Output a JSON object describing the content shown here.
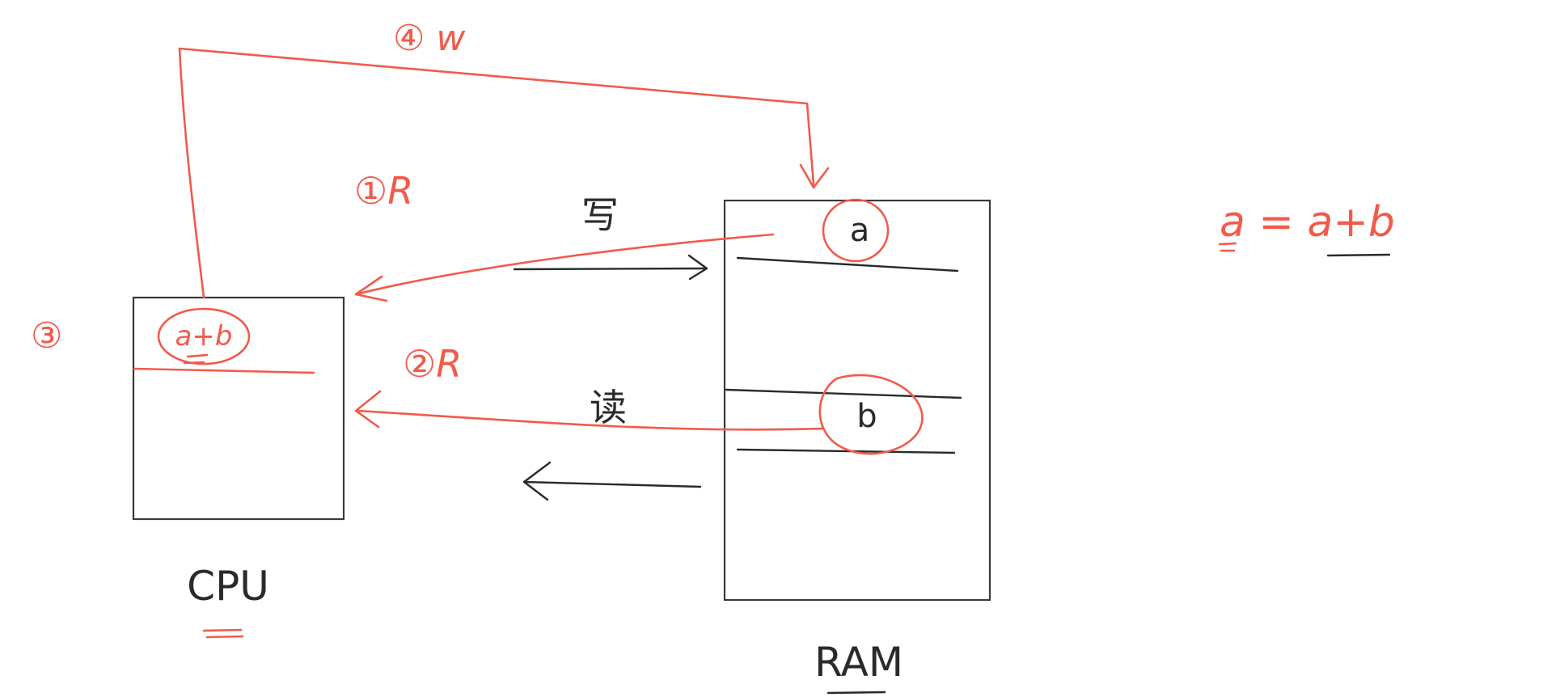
{
  "labels": {
    "cpu": "CPU",
    "ram": "RAM",
    "cpu_register": "a+b",
    "ram_cell_a": "a",
    "ram_cell_b": "b",
    "write_cn": "写",
    "read_cn": "读",
    "equation": "a = a+b"
  },
  "steps": {
    "step1": "①R",
    "step2": "②R",
    "step3": "③",
    "step4": "④ w"
  },
  "colors": {
    "annotation": "#f25a4a",
    "ink": "#2a2a2a"
  }
}
